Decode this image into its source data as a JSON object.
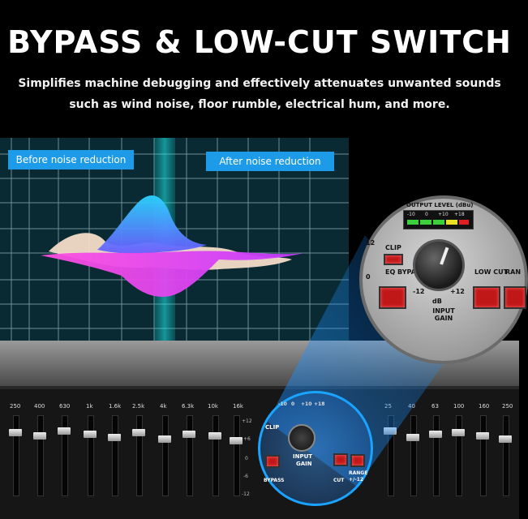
{
  "headline": "BYPASS & LOW-CUT SWITCH",
  "subtitle_line1": "Simplifies machine debugging and effectively attenuates unwanted sounds",
  "subtitle_line2": "such as wind noise, floor rumble, electrical hum, and more.",
  "badges": {
    "before": "Before noise reduction",
    "after": "After noise reduction"
  },
  "lens": {
    "output_level": "OUTPUT LEVEL (dBu)",
    "meter_ticks": [
      "-10",
      "0",
      "+10",
      "+18"
    ],
    "clip": "CLIP",
    "eq_bypass": "EQ BYPASS",
    "low_cut": "LOW CUT",
    "rang": "RAN",
    "db": "dB",
    "input_gain": "INPUT GAIN",
    "minus12": "-12",
    "plus12": "+12",
    "mark12": "12",
    "mark0": "0"
  },
  "rack": {
    "left_freqs": [
      "250",
      "400",
      "630",
      "1k",
      "1.6k",
      "2.5k",
      "4k",
      "6.3k",
      "10k",
      "16k"
    ],
    "right_freqs": [
      "25",
      "40",
      "63",
      "100",
      "160",
      "250"
    ],
    "scale_left": [
      "+12",
      "+6",
      "0",
      "-6",
      "-12"
    ],
    "spot_clip": "CLIP",
    "spot_input": "INPUT",
    "spot_gain": "GAIN",
    "spot_bypass": "BYPASS",
    "spot_cut": "CUT",
    "spot_range": "RANGE",
    "spot_range_val": "+/-12",
    "spot_ticks": [
      "-10",
      "0",
      "+10",
      "+18"
    ]
  },
  "colors": {
    "accent_blue": "#1e9be8",
    "button_red": "#c01818",
    "meter_green": "#3ad13a",
    "meter_yellow": "#e8e020",
    "meter_red": "#e02020"
  },
  "chart_data": {
    "type": "area",
    "title": "",
    "xlabel": "",
    "ylabel": "",
    "series": []
  }
}
